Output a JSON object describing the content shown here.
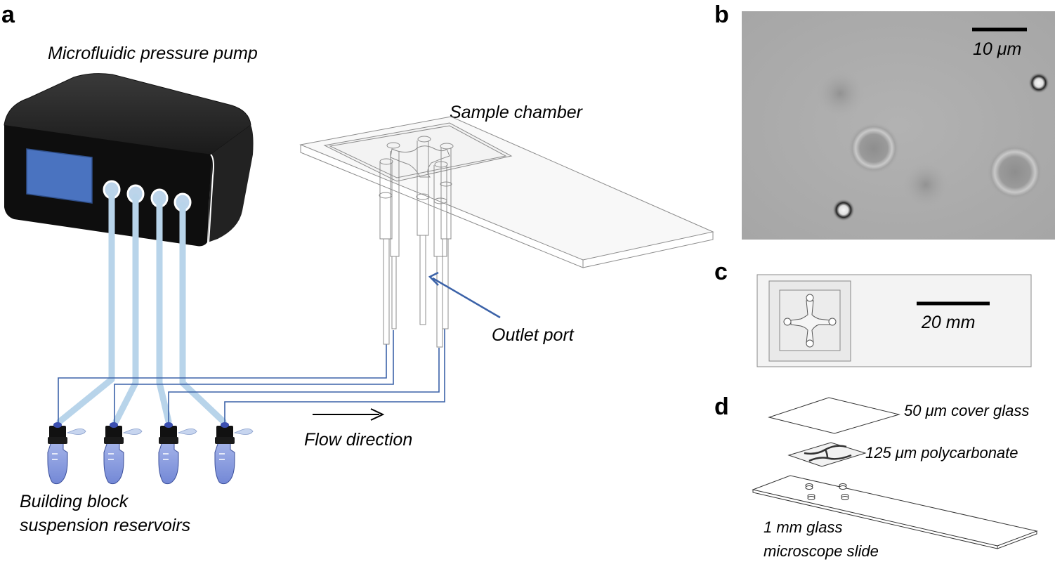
{
  "panels": {
    "a": "a",
    "b": "b",
    "c": "c",
    "d": "d"
  },
  "panel_a": {
    "pump_label": "Microfluidic pressure pump",
    "chamber_label": "Sample chamber",
    "outlet_label": "Outlet port",
    "flow_label": "Flow direction",
    "reservoir_label_line1": "Building block",
    "reservoir_label_line2": "suspension reservoirs"
  },
  "panel_b": {
    "scale_label": "10 μm"
  },
  "panel_c": {
    "scale_label": "20 mm"
  },
  "panel_d": {
    "cover_label": "50 μm cover glass",
    "spacer_label": "125 μm polycarbonate",
    "slide_label_line1": "1 mm glass",
    "slide_label_line2": "microscope slide"
  },
  "colors": {
    "tube_light": "#b8d4ea",
    "tube_dark": "#3b62a8",
    "pump_screen": "#4a73c0",
    "pump_body": "#111111",
    "liquid": "#8fa3e0"
  }
}
